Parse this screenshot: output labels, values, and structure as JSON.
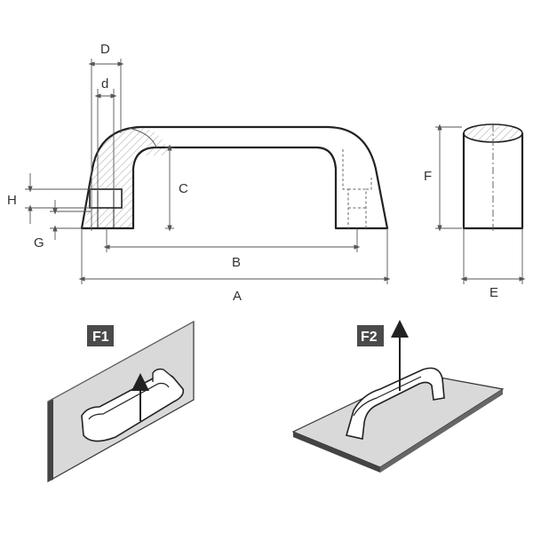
{
  "dimensions": {
    "A": "A",
    "B": "B",
    "C": "C",
    "D": "D",
    "d": "d",
    "E": "E",
    "F": "F",
    "G": "G",
    "H": "H"
  },
  "figures": {
    "f1_label": "F1",
    "f2_label": "F2"
  },
  "colors": {
    "line": "#222222",
    "dimension": "#555555",
    "plate": "#d9d9d9",
    "badge_bg": "#4a4a4a",
    "badge_text": "#ffffff"
  },
  "icons": {
    "pull_arrow_f1": "arrow-up-icon",
    "pull_arrow_f2": "arrow-up-icon"
  }
}
